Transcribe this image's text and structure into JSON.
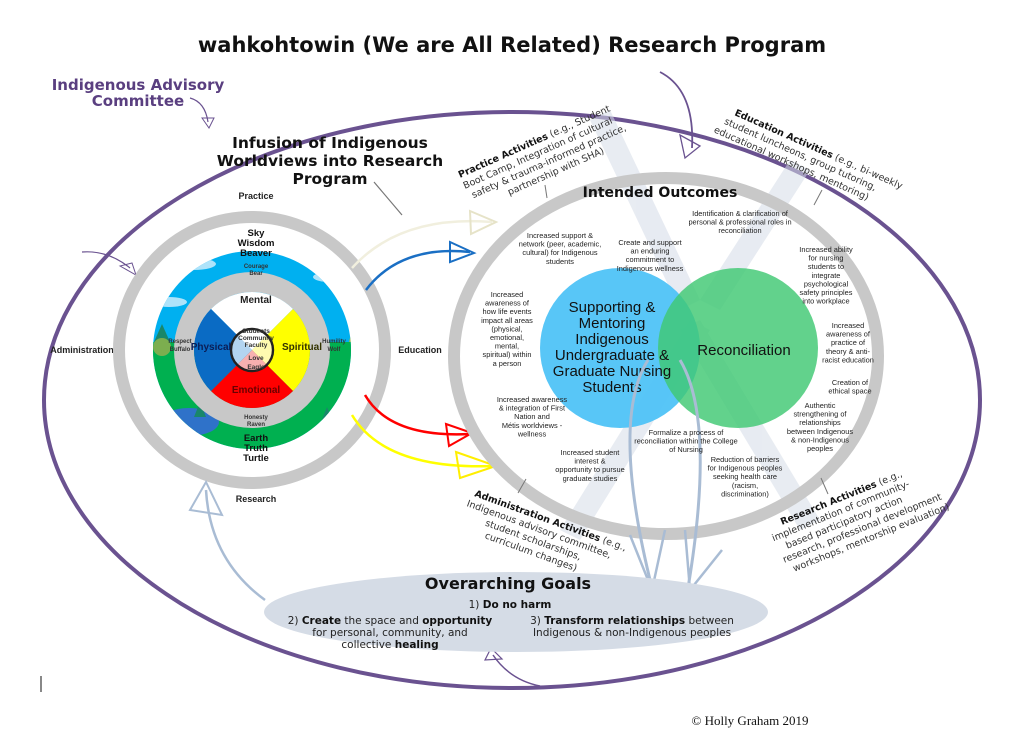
{
  "title": "wahkohtowin (We are All Related) Research Program",
  "advisory_committee": {
    "line1": "Indigenous Advisory",
    "line2": "Committee"
  },
  "infusion": {
    "line1": "Infusion of Indigenous",
    "line2": "Worldviews into Research",
    "line3": "Program"
  },
  "directions": {
    "top": "Practice",
    "left": "Administration",
    "right": "Education",
    "bottom": "Research"
  },
  "medicine_wheel": {
    "sky": [
      "Sky",
      "Wisdom",
      "Beaver"
    ],
    "earth": [
      "Earth",
      "Truth",
      "Turtle"
    ],
    "north_teaching": [
      "Courage",
      "Bear"
    ],
    "south_teaching": [
      "Honesty",
      "Raven"
    ],
    "west_teaching": [
      "Respect",
      "Buffalo"
    ],
    "east_teaching": [
      "Humility",
      "Wolf"
    ],
    "quadrants": {
      "mental": "Mental",
      "physical": "Physical",
      "spiritual": "Spiritual",
      "emotional": "Emotional"
    },
    "center": [
      "Students",
      "Community",
      "Faculty"
    ],
    "center_lower": [
      "Love",
      "Eagle"
    ],
    "colors": {
      "mental": "#ffffff",
      "physical": "#0a6bc4",
      "spiritual": "#ffff00",
      "emotional": "#ff0000",
      "sky": "#00b0f0",
      "earth": "#00b050",
      "ring": "#c8c8c8"
    }
  },
  "intended_outcomes": {
    "heading": "Intended Outcomes",
    "circle_left": [
      "Supporting &",
      "Mentoring",
      "Indigenous",
      "Undergraduate &",
      "Graduate Nursing",
      "Students"
    ],
    "circle_right": [
      "Reconciliation"
    ],
    "colors": {
      "left": "#4fc3f7",
      "right": "#4cce7e"
    },
    "outcomes": [
      {
        "id": "support-network",
        "lines": [
          "Increased support &",
          "network (peer, academic,",
          "cultural) for Indigenous",
          "students"
        ]
      },
      {
        "id": "enduring-commitment",
        "lines": [
          "Create and support",
          "an enduring",
          "commitment to",
          "Indigenous wellness"
        ]
      },
      {
        "id": "roles-reconciliation",
        "lines": [
          "Identification & clarification of",
          "personal & professional  roles in",
          "reconciliation"
        ]
      },
      {
        "id": "psych-safety",
        "lines": [
          "Increased ability",
          "for nursing",
          "students to",
          "integrate",
          "psychological",
          "safety principles",
          "into workplace"
        ]
      },
      {
        "id": "life-events",
        "lines": [
          "Increased",
          "awareness of",
          "how life events",
          "impact all areas",
          "(physical,",
          "emotional,",
          "mental,",
          "spiritual) within",
          "a person"
        ]
      },
      {
        "id": "anti-racist",
        "lines": [
          "Increased",
          "awareness of",
          "practice of",
          "theory & anti-",
          "racist education"
        ]
      },
      {
        "id": "ethical-space",
        "lines": [
          "Creation of",
          "ethical space"
        ]
      },
      {
        "id": "worldviews",
        "lines": [
          "Increased awareness",
          "& integration of First",
          "Nation and",
          "Métis worldviews -",
          "wellness"
        ]
      },
      {
        "id": "relationships",
        "lines": [
          "Authentic",
          "strengthening of",
          "relationships",
          "between Indigenous",
          "& non-Indigenous",
          "peoples"
        ]
      },
      {
        "id": "formalize",
        "lines": [
          "Formalize a process of",
          "reconciliation within the College",
          "of Nursing"
        ]
      },
      {
        "id": "graduate-studies",
        "lines": [
          "Increased student",
          "interest &",
          "opportunity  to pursue",
          "graduate studies"
        ]
      },
      {
        "id": "barriers",
        "lines": [
          "Reduction of barriers",
          "for Indigenous peoples",
          "seeking health care",
          "(racism,",
          "discrimination)"
        ]
      }
    ]
  },
  "activities": {
    "practice": {
      "bold": "Practice Activities",
      "lines": [
        " (e.g., Student",
        "Boot Camp, Integration of cultural",
        "safety & trauma-informed practice,",
        "partnership with SHA)"
      ]
    },
    "education": {
      "bold": "Education Activities",
      "lines": [
        " (e.g., bi-weekly",
        "student luncheons, group tutoring,",
        "educational workshops, mentoring)"
      ]
    },
    "administration": {
      "bold": "Administration Activities",
      "lines": [
        " (e.g.,",
        "Indigenous advisory committee,",
        "student scholarships,",
        "curriculum changes)"
      ]
    },
    "research": {
      "bold": "Research Activities",
      "lines": [
        " (e.g.,",
        "implementation of community-",
        "based participatory action",
        "research, professional development",
        "workshops, mentorship evaluation)"
      ]
    }
  },
  "goals": {
    "heading": "Overarching Goals",
    "goal1": {
      "num": "1) ",
      "bold": "Do no harm"
    },
    "goal2": {
      "num": "2) ",
      "b1": "Create",
      "t1": " the space and ",
      "b2": "opportunity",
      "line2": "for personal, community, and",
      "line3_pre": "collective ",
      "line3_b": "healing"
    },
    "goal3": {
      "num": "3) ",
      "b1": "Transform relationships",
      "t1": " between",
      "line2": "Indigenous & non-Indigenous peoples"
    }
  },
  "copyright": "© Holly Graham 2019",
  "accent_colors": {
    "purple": "#6a5290",
    "arrow_blue_gray": "#a9bcd4",
    "goal_fill": "#d5dce6"
  }
}
